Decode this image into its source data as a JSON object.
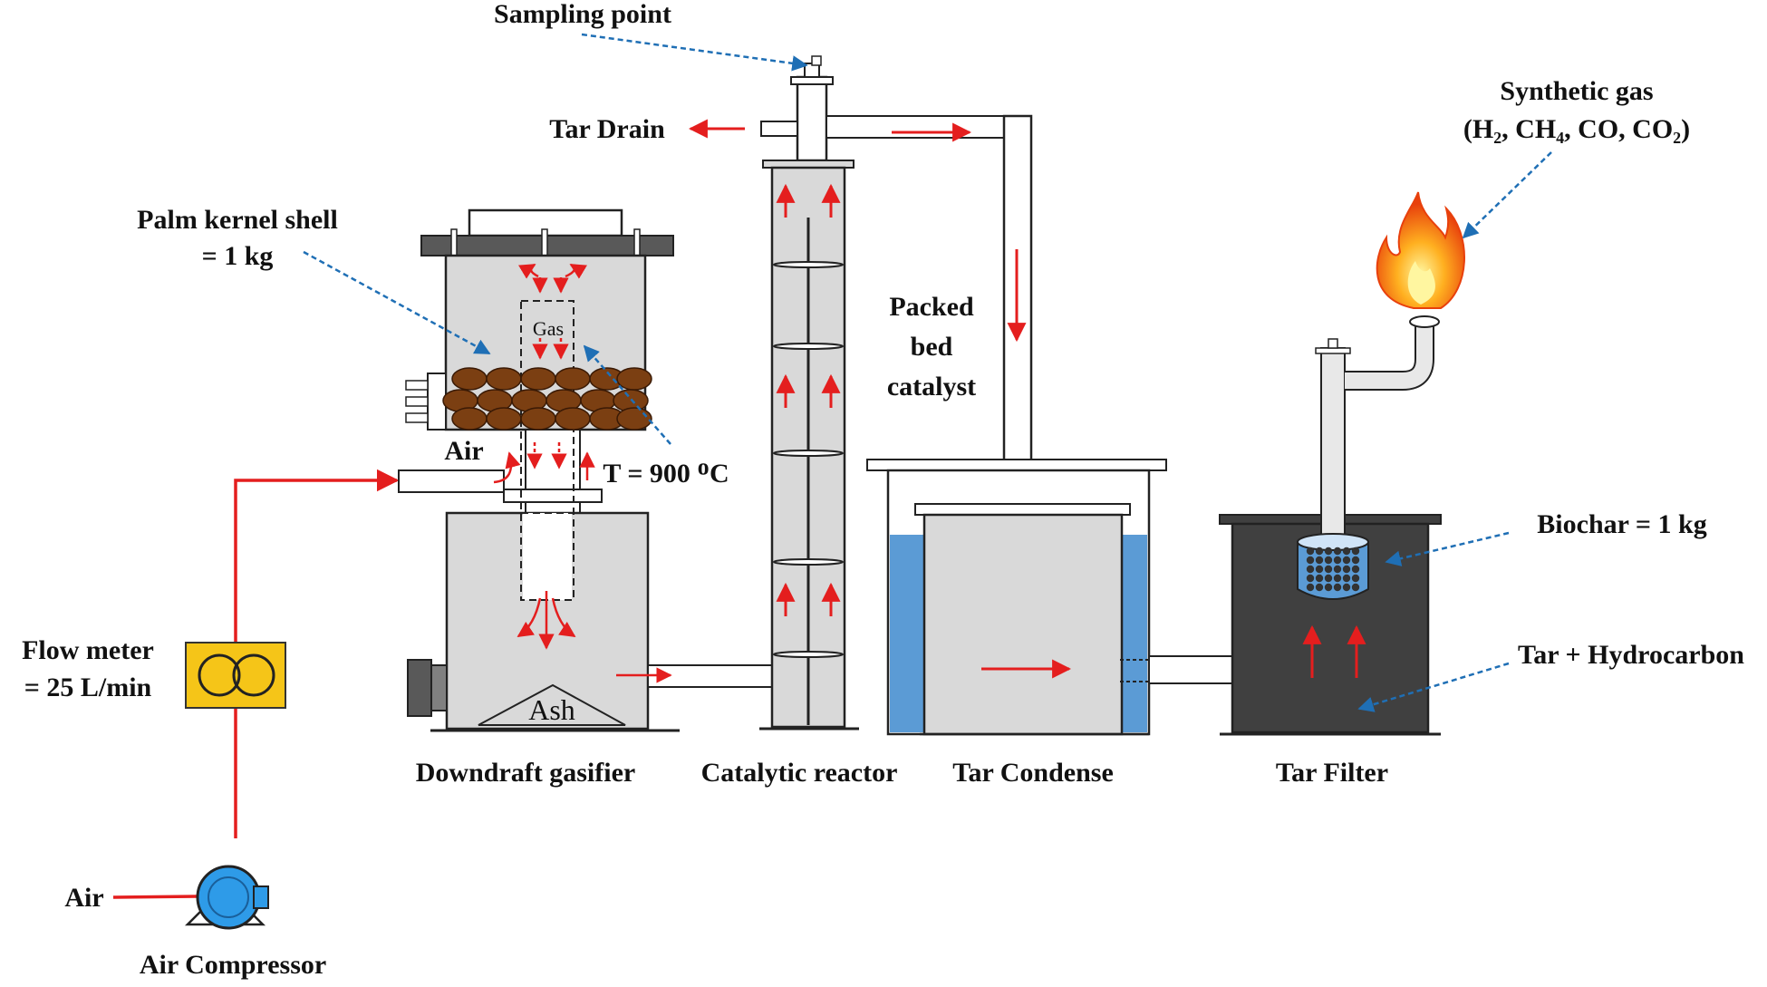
{
  "labels": {
    "sampling_point": "Sampling point",
    "tar_drain": "Tar Drain",
    "synthetic_gas": "Synthetic gas",
    "gas_composition": "(H₂, CH₄, CO, CO₂)",
    "feedstock": "Palm kernel shell",
    "feedstock_mass": "= 1 kg",
    "gas": "Gas",
    "air_inlet": "Air",
    "temperature": "T = 900 ᴼC",
    "packed_bed": "Packed",
    "packed_bed_2": "bed",
    "packed_bed_3": "catalyst",
    "biochar": "Biochar = 1 kg",
    "tar_hydrocarbon": "Tar + Hydrocarbon",
    "flow_meter": "Flow meter",
    "flow_rate": "= 25 L/min",
    "ash": "Ash",
    "gasifier": "Downdraft  gasifier",
    "catalytic_reactor": "Catalytic reactor",
    "tar_condense": "Tar Condense",
    "tar_filter": "Tar Filter",
    "air": "Air",
    "air_compressor": "Air Compressor"
  },
  "colors": {
    "arrow": "#e41e1e",
    "pipe_stroke": "#222222",
    "vessel_fill": "#d9d9d9",
    "water": "#5b9bd5",
    "filter_body": "#404040",
    "kernel": "#7b3f12",
    "flow_meter": "#f5c518",
    "compressor": "#2e9be8",
    "leader": "#1f6fb5"
  }
}
